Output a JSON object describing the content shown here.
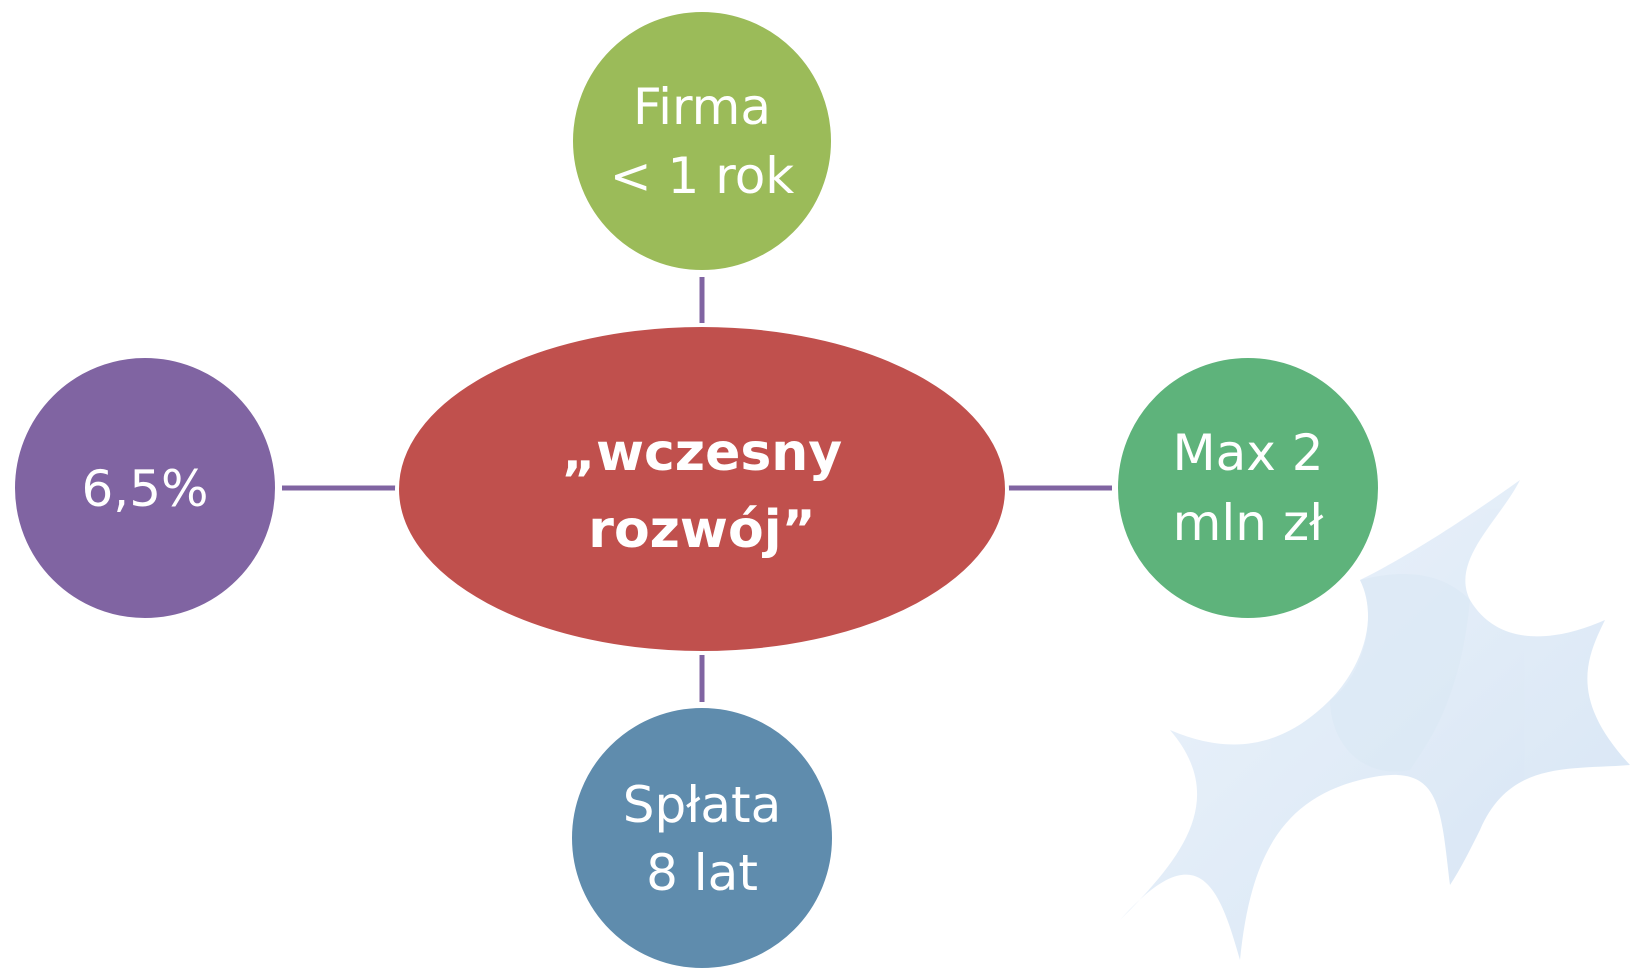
{
  "diagram": {
    "center": {
      "line1": "„wczesny",
      "line2": "rozwój”",
      "color": "#c0504d"
    },
    "top": {
      "line1": "Firma",
      "line2": "< 1 rok",
      "color": "#9bbb59"
    },
    "left": {
      "line1": "6,5%",
      "color": "#8064a2"
    },
    "right": {
      "line1": "Max 2",
      "line2": "mln zł",
      "color": "#5eb37b"
    },
    "bottom": {
      "line1": "Spłata",
      "line2": "8 lat",
      "color": "#5f8cad"
    },
    "connector_color": "#8064a2"
  }
}
